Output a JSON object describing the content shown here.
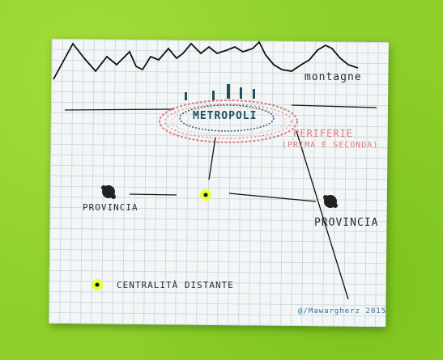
{
  "labels": {
    "mountains": "montagne",
    "metropolis": "METROPOLI",
    "suburbs": "PERIFERIE",
    "suburbs_note": "(PRIMA E SECONDA)",
    "province_left": "PROVINCIA",
    "province_right": "PROVINCIA",
    "distant_centrality": "CENTRALITÀ DISTANTE",
    "signature": "@/Mawargherz 2015"
  },
  "colors": {
    "background": "#8fcf2a",
    "ink": "#1f2a33",
    "suburbs_red": "#e07a7a",
    "highlight_yellow": "#e8ff3a",
    "signature_blue": "#2f6a8f"
  }
}
